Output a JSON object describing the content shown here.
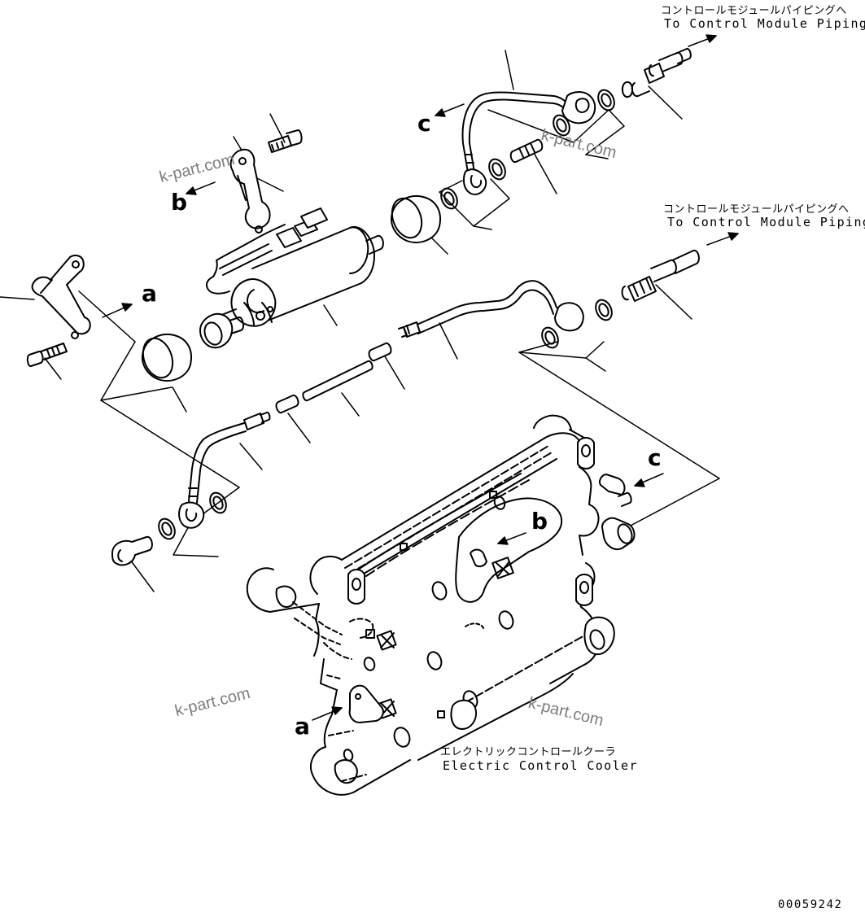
{
  "callouts": {
    "control_module_piping_1": {
      "jp": "コントロールモジュールパイピングへ",
      "en": "To Control Module Piping"
    },
    "control_module_piping_2": {
      "jp": "コントロールモジュールパイピングへ",
      "en": "To Control Module Piping"
    },
    "electric_control_cooler": {
      "jp": "エレクトリックコントロールクーラ",
      "en": "Electric Control Cooler"
    }
  },
  "view_letters": {
    "a_left": "a",
    "a_bottom": "a",
    "b_left": "b",
    "b_cooler": "b",
    "c_top": "c",
    "c_right": "c"
  },
  "watermarks": [
    "k-part.com",
    "k-part.com",
    "k-part.com",
    "k-part.com"
  ],
  "drawing_number": "00059242",
  "colors": {
    "line": "#000000",
    "background": "#ffffff",
    "watermark": "#7d7d7d"
  }
}
